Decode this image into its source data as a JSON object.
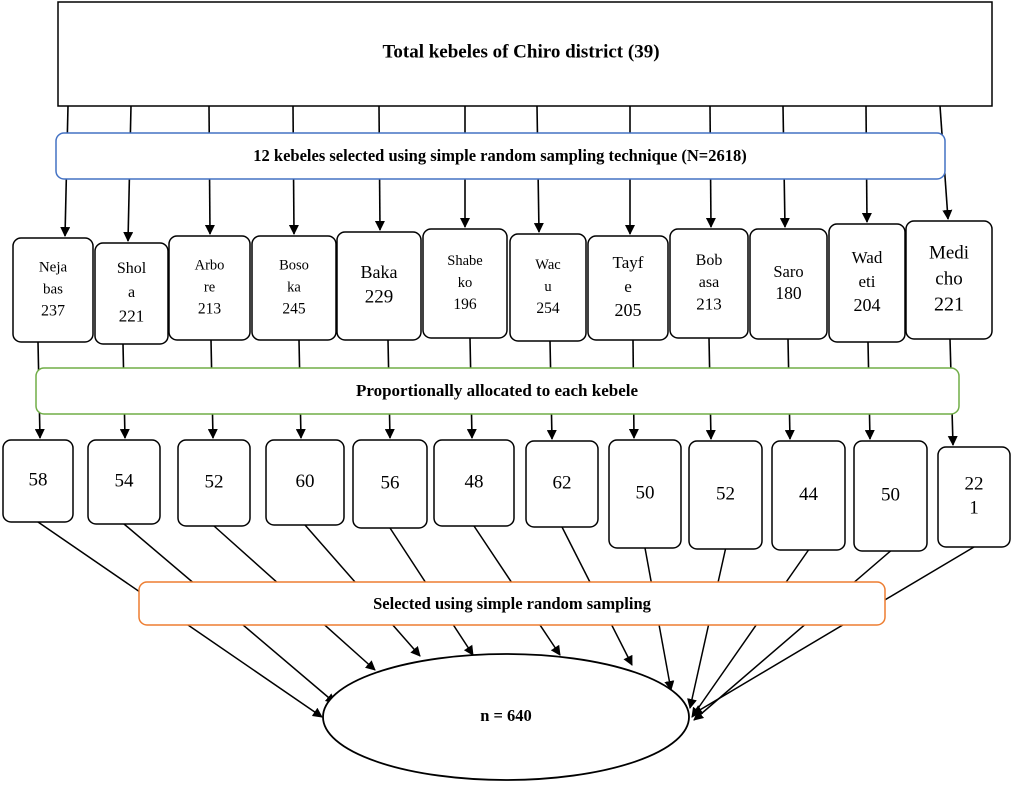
{
  "title": "Total kebeles of Chiro district (39)",
  "selection_label": "12 kebeles selected using simple random sampling technique (N=2618)",
  "allocation_label": "Proportionally allocated to each kebele",
  "final_selection_label": "Selected using simple random sampling",
  "result_label": "n = 640",
  "colors": {
    "selection_border": "#4472c4",
    "allocation_border": "#70ad47",
    "final_border": "#ed7d31",
    "line": "#000000"
  },
  "kebeles": [
    {
      "name_lines": [
        "Neja",
        "bas"
      ],
      "total": "237",
      "sample_lines": [
        "58"
      ]
    },
    {
      "name_lines": [
        "Shol",
        "a"
      ],
      "total": "221",
      "sample_lines": [
        "54"
      ]
    },
    {
      "name_lines": [
        "Arbo",
        "re"
      ],
      "total": "213",
      "sample_lines": [
        "52"
      ]
    },
    {
      "name_lines": [
        "Boso",
        "ka"
      ],
      "total": "245",
      "sample_lines": [
        "60"
      ]
    },
    {
      "name_lines": [
        "Baka"
      ],
      "total": "229",
      "sample_lines": [
        "56"
      ]
    },
    {
      "name_lines": [
        "Shabe",
        "ko"
      ],
      "total": "196",
      "sample_lines": [
        "48"
      ]
    },
    {
      "name_lines": [
        "Wac",
        "u"
      ],
      "total": "254",
      "sample_lines": [
        "62"
      ]
    },
    {
      "name_lines": [
        "Tayf",
        "e"
      ],
      "total": "205",
      "sample_lines": [
        "50"
      ]
    },
    {
      "name_lines": [
        "Bob",
        "asa"
      ],
      "total": "213",
      "sample_lines": [
        "52"
      ]
    },
    {
      "name_lines": [
        "Saro"
      ],
      "total": "180",
      "sample_lines": [
        "44"
      ]
    },
    {
      "name_lines": [
        "Wad",
        "eti"
      ],
      "total": "204",
      "sample_lines": [
        "50"
      ]
    },
    {
      "name_lines": [
        "Medi",
        "cho"
      ],
      "total": "221",
      "sample_lines": [
        "22",
        "1"
      ]
    }
  ]
}
